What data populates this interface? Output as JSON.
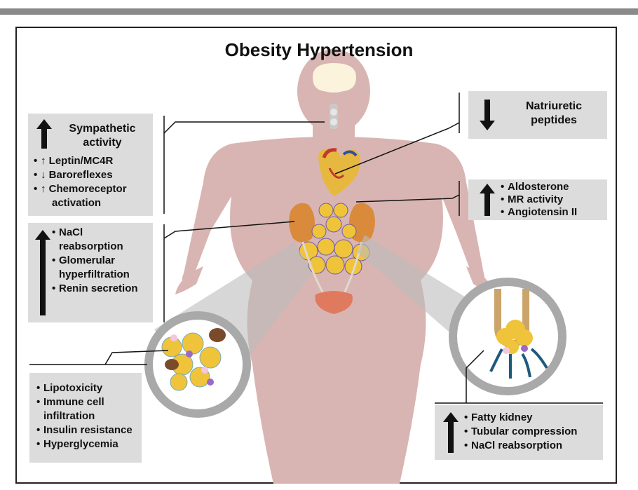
{
  "title": "Obesity Hypertension",
  "sympathetic": {
    "heading_line1": "Sympathetic",
    "heading_line2": "activity",
    "items": [
      "↑ Leptin/MC4R",
      "↓ Baroreflexes",
      "↑ Chemoreceptor",
      "activation"
    ]
  },
  "natriuretic": {
    "line1": "Natriuretic",
    "line2": "peptides"
  },
  "aldosterone": {
    "items": [
      "Aldosterone",
      "MR activity",
      "Angiotensin II"
    ]
  },
  "kidney_left": {
    "items": [
      "NaCl",
      "reabsorption",
      "Glomerular",
      "hyperfiltration",
      "Renin secretion"
    ]
  },
  "adipose": {
    "items": [
      "Lipotoxicity",
      "Immune cell",
      "infiltration",
      "Insulin resistance",
      "Hyperglycemia"
    ]
  },
  "fatty_kidney": {
    "items": [
      "Fatty kidney",
      "Tubular compression",
      "NaCl reabsorption"
    ]
  },
  "colors": {
    "body": "#d8b5b2",
    "box": "#dcdcdc",
    "arrow": "#111111",
    "fat": "#f0c43a",
    "zoom": "#a9a9a9",
    "flow": "#1e5a7a"
  }
}
